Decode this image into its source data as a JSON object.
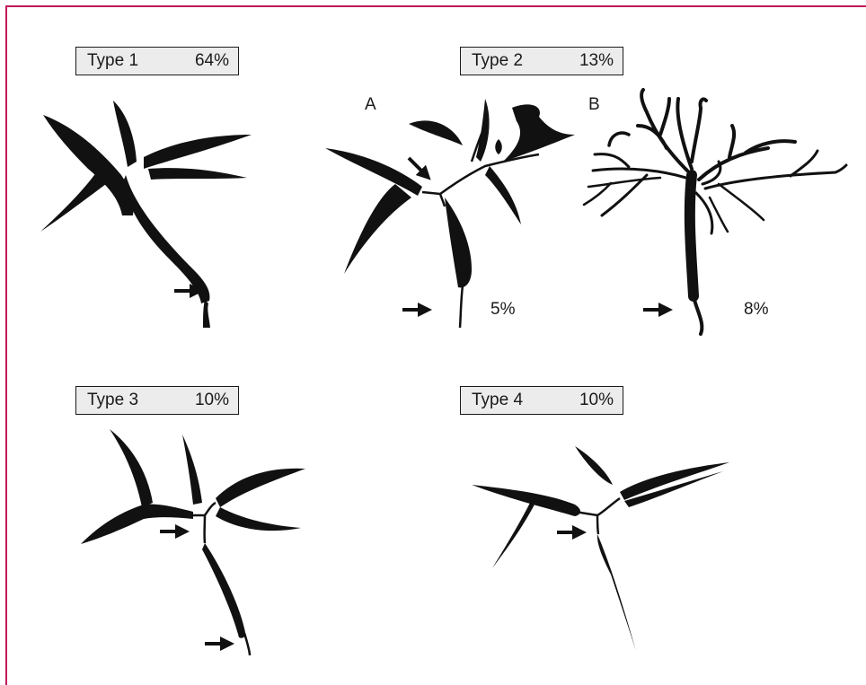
{
  "colors": {
    "frame": "#c2185b",
    "ink": "#111111",
    "box_fill": "#ececec"
  },
  "panels": [
    {
      "id": "type1",
      "label": "Type 1",
      "percent": "64%"
    },
    {
      "id": "type2",
      "label": "Type 2",
      "percent": "13%",
      "sub_a": "A",
      "sub_b": "B",
      "pct_a": "5%",
      "pct_b": "8%"
    },
    {
      "id": "type3",
      "label": "Type 3",
      "percent": "10%"
    },
    {
      "id": "type4",
      "label": "Type 4",
      "percent": "10%"
    }
  ]
}
